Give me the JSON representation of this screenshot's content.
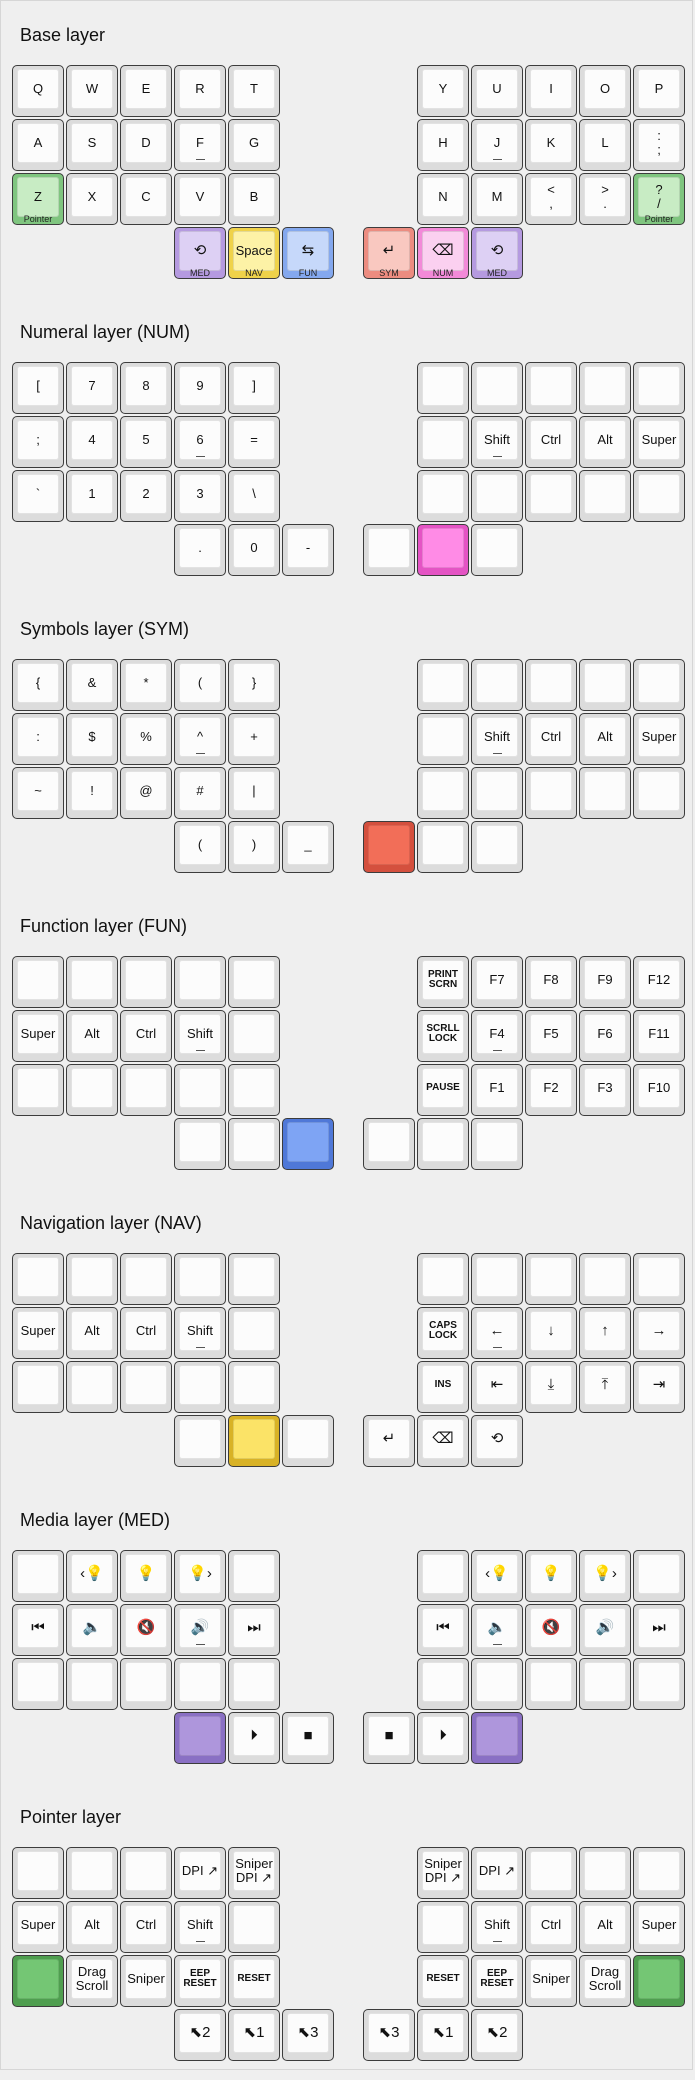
{
  "colors": {
    "page_bg": "#efefef",
    "key_rim": "#dcdcdc",
    "key_face": "#fcfcfc",
    "key_border": "#3c3c3c"
  },
  "layers": [
    {
      "title": "Base layer",
      "left": [
        [
          {
            "t": "Q"
          },
          {
            "t": "W"
          },
          {
            "t": "E"
          },
          {
            "t": "R"
          },
          {
            "t": "T"
          }
        ],
        [
          {
            "t": "A"
          },
          {
            "t": "S"
          },
          {
            "t": "D"
          },
          {
            "t": "F",
            "homing": true
          },
          {
            "t": "G"
          }
        ],
        [
          {
            "t": "Z",
            "sub": "Pointer",
            "rim": "#7fc57f",
            "face": "#c8ecc4"
          },
          {
            "t": "X"
          },
          {
            "t": "C"
          },
          {
            "t": "V"
          },
          {
            "t": "B"
          }
        ]
      ],
      "right": [
        [
          {
            "t": "Y"
          },
          {
            "t": "U"
          },
          {
            "t": "I"
          },
          {
            "t": "O"
          },
          {
            "t": "P"
          }
        ],
        [
          {
            "t": "H"
          },
          {
            "t": "J",
            "homing": true
          },
          {
            "t": "K"
          },
          {
            "t": "L"
          },
          {
            "t": ":\n;"
          }
        ],
        [
          {
            "t": "N"
          },
          {
            "t": "M"
          },
          {
            "t": "<\n,"
          },
          {
            "t": ">\n."
          },
          {
            "t": "?\n/",
            "sub": "Pointer",
            "rim": "#7fc57f",
            "face": "#c8ecc4"
          }
        ]
      ],
      "thumbs_left": [
        {
          "t": "⟲",
          "icon": "media-layer-icon",
          "sub": "MED",
          "rim": "#b59ae0",
          "face": "#ddd0f4"
        },
        {
          "t": "Space",
          "sub": "NAV",
          "rim": "#efd24a",
          "face": "#fdf2a6"
        },
        {
          "t": "⇆",
          "icon": "tab-icon",
          "sub": "FUN",
          "rim": "#84a8ee",
          "face": "#c6d8fa"
        }
      ],
      "thumbs_right": [
        {
          "t": "↵",
          "icon": "enter-icon",
          "sub": "SYM",
          "rim": "#ec8c80",
          "face": "#f9c8c0"
        },
        {
          "t": "⌫",
          "icon": "backspace-icon",
          "sub": "NUM",
          "rim": "#f28ad8",
          "face": "#fbd0f0"
        },
        {
          "t": "⟲",
          "icon": "media-layer-icon",
          "sub": "MED",
          "rim": "#b59ae0",
          "face": "#ddd0f4"
        }
      ]
    },
    {
      "title": "Numeral layer (NUM)",
      "left": [
        [
          {
            "t": "["
          },
          {
            "t": "7"
          },
          {
            "t": "8"
          },
          {
            "t": "9"
          },
          {
            "t": "]"
          }
        ],
        [
          {
            "t": ";"
          },
          {
            "t": "4"
          },
          {
            "t": "5"
          },
          {
            "t": "6",
            "homing": true
          },
          {
            "t": "="
          }
        ],
        [
          {
            "t": "`"
          },
          {
            "t": "1"
          },
          {
            "t": "2"
          },
          {
            "t": "3"
          },
          {
            "t": "\\"
          }
        ]
      ],
      "right": [
        [
          {
            "t": ""
          },
          {
            "t": ""
          },
          {
            "t": ""
          },
          {
            "t": ""
          },
          {
            "t": ""
          }
        ],
        [
          {
            "t": ""
          },
          {
            "t": "Shift",
            "homing": true
          },
          {
            "t": "Ctrl"
          },
          {
            "t": "Alt"
          },
          {
            "t": "Super"
          }
        ],
        [
          {
            "t": ""
          },
          {
            "t": ""
          },
          {
            "t": ""
          },
          {
            "t": ""
          },
          {
            "t": ""
          }
        ]
      ],
      "thumbs_left": [
        {
          "t": "."
        },
        {
          "t": "0"
        },
        {
          "t": "-"
        }
      ],
      "thumbs_right": [
        {
          "t": ""
        },
        {
          "t": "",
          "rim": "#e454c4",
          "face": "#ff8be6"
        },
        {
          "t": ""
        }
      ]
    },
    {
      "title": "Symbols layer (SYM)",
      "left": [
        [
          {
            "t": "{"
          },
          {
            "t": "&"
          },
          {
            "t": "*"
          },
          {
            "t": "("
          },
          {
            "t": "}"
          }
        ],
        [
          {
            "t": ":"
          },
          {
            "t": "$"
          },
          {
            "t": "%"
          },
          {
            "t": "^",
            "homing": true
          },
          {
            "t": "+"
          }
        ],
        [
          {
            "t": "~"
          },
          {
            "t": "!"
          },
          {
            "t": "@"
          },
          {
            "t": "#"
          },
          {
            "t": "|"
          }
        ]
      ],
      "right": [
        [
          {
            "t": ""
          },
          {
            "t": ""
          },
          {
            "t": ""
          },
          {
            "t": ""
          },
          {
            "t": ""
          }
        ],
        [
          {
            "t": ""
          },
          {
            "t": "Shift",
            "homing": true
          },
          {
            "t": "Ctrl"
          },
          {
            "t": "Alt"
          },
          {
            "t": "Super"
          }
        ],
        [
          {
            "t": ""
          },
          {
            "t": ""
          },
          {
            "t": ""
          },
          {
            "t": ""
          },
          {
            "t": ""
          }
        ]
      ],
      "thumbs_left": [
        {
          "t": "("
        },
        {
          "t": ")"
        },
        {
          "t": "_"
        }
      ],
      "thumbs_right": [
        {
          "t": "",
          "rim": "#d4503e",
          "face": "#f26e58"
        },
        {
          "t": ""
        },
        {
          "t": ""
        }
      ]
    },
    {
      "title": "Function layer (FUN)",
      "left": [
        [
          {
            "t": ""
          },
          {
            "t": ""
          },
          {
            "t": ""
          },
          {
            "t": ""
          },
          {
            "t": ""
          }
        ],
        [
          {
            "t": "Super"
          },
          {
            "t": "Alt"
          },
          {
            "t": "Ctrl"
          },
          {
            "t": "Shift",
            "homing": true
          },
          {
            "t": ""
          }
        ],
        [
          {
            "t": ""
          },
          {
            "t": ""
          },
          {
            "t": ""
          },
          {
            "t": ""
          },
          {
            "t": ""
          }
        ]
      ],
      "right": [
        [
          {
            "t": "PRINT\nSCRN",
            "small": true
          },
          {
            "t": "F7"
          },
          {
            "t": "F8"
          },
          {
            "t": "F9"
          },
          {
            "t": "F12"
          }
        ],
        [
          {
            "t": "SCRLL\nLOCK",
            "small": true
          },
          {
            "t": "F4",
            "homing": true
          },
          {
            "t": "F5"
          },
          {
            "t": "F6"
          },
          {
            "t": "F11"
          }
        ],
        [
          {
            "t": "PAUSE",
            "small": true
          },
          {
            "t": "F1"
          },
          {
            "t": "F2"
          },
          {
            "t": "F3"
          },
          {
            "t": "F10"
          }
        ]
      ],
      "thumbs_left": [
        {
          "t": ""
        },
        {
          "t": ""
        },
        {
          "t": "",
          "rim": "#4f78d8",
          "face": "#7ea4f4"
        }
      ],
      "thumbs_right": [
        {
          "t": ""
        },
        {
          "t": ""
        },
        {
          "t": ""
        }
      ]
    },
    {
      "title": "Navigation layer (NAV)",
      "left": [
        [
          {
            "t": ""
          },
          {
            "t": ""
          },
          {
            "t": ""
          },
          {
            "t": ""
          },
          {
            "t": ""
          }
        ],
        [
          {
            "t": "Super"
          },
          {
            "t": "Alt"
          },
          {
            "t": "Ctrl"
          },
          {
            "t": "Shift",
            "homing": true
          },
          {
            "t": ""
          }
        ],
        [
          {
            "t": ""
          },
          {
            "t": ""
          },
          {
            "t": ""
          },
          {
            "t": ""
          },
          {
            "t": ""
          }
        ]
      ],
      "right": [
        [
          {
            "t": ""
          },
          {
            "t": ""
          },
          {
            "t": ""
          },
          {
            "t": ""
          },
          {
            "t": ""
          }
        ],
        [
          {
            "t": "CAPS\nLOCK",
            "small": true
          },
          {
            "t": "←",
            "icon": "arrow-left-icon",
            "homing": true
          },
          {
            "t": "↓",
            "icon": "arrow-down-icon"
          },
          {
            "t": "↑",
            "icon": "arrow-up-icon"
          },
          {
            "t": "→",
            "icon": "arrow-right-icon"
          }
        ],
        [
          {
            "t": "INS",
            "small": true
          },
          {
            "t": "⇤",
            "icon": "home-icon"
          },
          {
            "t": "⤓",
            "icon": "page-down-icon"
          },
          {
            "t": "⤒",
            "icon": "page-up-icon"
          },
          {
            "t": "⇥",
            "icon": "end-icon"
          }
        ]
      ],
      "thumbs_left": [
        {
          "t": ""
        },
        {
          "t": "",
          "rim": "#d8b226",
          "face": "#fbe367"
        },
        {
          "t": ""
        }
      ],
      "thumbs_right": [
        {
          "t": "↵",
          "icon": "enter-icon"
        },
        {
          "t": "⌫",
          "icon": "backspace-icon"
        },
        {
          "t": "⟲",
          "icon": "delete-icon"
        }
      ]
    },
    {
      "title": "Media layer (MED)",
      "left": [
        [
          {
            "t": ""
          },
          {
            "t": "‹💡",
            "icon": "brightness-down-icon"
          },
          {
            "t": "💡",
            "icon": "brightness-icon"
          },
          {
            "t": "💡›",
            "icon": "brightness-up-icon"
          },
          {
            "t": ""
          }
        ],
        [
          {
            "t": "⏮",
            "icon": "previous-track-icon"
          },
          {
            "t": "🔈",
            "icon": "volume-down-icon"
          },
          {
            "t": "🔇",
            "icon": "mute-icon"
          },
          {
            "t": "🔊",
            "icon": "volume-up-icon",
            "homing": true
          },
          {
            "t": "⏭",
            "icon": "next-track-icon"
          }
        ],
        [
          {
            "t": ""
          },
          {
            "t": ""
          },
          {
            "t": ""
          },
          {
            "t": ""
          },
          {
            "t": ""
          }
        ]
      ],
      "right": [
        [
          {
            "t": ""
          },
          {
            "t": "‹💡",
            "icon": "brightness-down-icon"
          },
          {
            "t": "💡",
            "icon": "brightness-icon"
          },
          {
            "t": "💡›",
            "icon": "brightness-up-icon"
          },
          {
            "t": ""
          }
        ],
        [
          {
            "t": "⏮",
            "icon": "previous-track-icon"
          },
          {
            "t": "🔈",
            "icon": "volume-down-icon",
            "homing": true
          },
          {
            "t": "🔇",
            "icon": "mute-icon"
          },
          {
            "t": "🔊",
            "icon": "volume-up-icon"
          },
          {
            "t": "⏭",
            "icon": "next-track-icon"
          }
        ],
        [
          {
            "t": ""
          },
          {
            "t": ""
          },
          {
            "t": ""
          },
          {
            "t": ""
          },
          {
            "t": ""
          }
        ]
      ],
      "thumbs_left": [
        {
          "t": "",
          "rim": "#8a70c4",
          "face": "#ae96dc"
        },
        {
          "t": "⏵",
          "icon": "play-icon"
        },
        {
          "t": "■",
          "icon": "stop-icon"
        }
      ],
      "thumbs_right": [
        {
          "t": "■",
          "icon": "stop-icon"
        },
        {
          "t": "⏵",
          "icon": "play-icon"
        },
        {
          "t": "",
          "rim": "#8a70c4",
          "face": "#ae96dc"
        }
      ]
    },
    {
      "title": "Pointer layer",
      "left": [
        [
          {
            "t": ""
          },
          {
            "t": ""
          },
          {
            "t": ""
          },
          {
            "t": "DPI ↗"
          },
          {
            "t": "Sniper\nDPI ↗"
          }
        ],
        [
          {
            "t": "Super"
          },
          {
            "t": "Alt"
          },
          {
            "t": "Ctrl"
          },
          {
            "t": "Shift",
            "homing": true
          },
          {
            "t": ""
          }
        ],
        [
          {
            "t": "",
            "rim": "#4f9e4f",
            "face": "#74c674"
          },
          {
            "t": "Drag\nScroll"
          },
          {
            "t": "Sniper"
          },
          {
            "t": "EEP\nRESET",
            "small": true
          },
          {
            "t": "RESET",
            "small": true
          }
        ]
      ],
      "right": [
        [
          {
            "t": "Sniper\nDPI ↗"
          },
          {
            "t": "DPI ↗"
          },
          {
            "t": ""
          },
          {
            "t": ""
          },
          {
            "t": ""
          }
        ],
        [
          {
            "t": ""
          },
          {
            "t": "Shift",
            "homing": true
          },
          {
            "t": "Ctrl"
          },
          {
            "t": "Alt"
          },
          {
            "t": "Super"
          }
        ],
        [
          {
            "t": "RESET",
            "small": true
          },
          {
            "t": "EEP\nRESET",
            "small": true
          },
          {
            "t": "Sniper"
          },
          {
            "t": "Drag\nScroll"
          },
          {
            "t": "",
            "rim": "#4f9e4f",
            "face": "#74c674"
          }
        ]
      ],
      "thumbs_left": [
        {
          "t": "⬉2",
          "icon": "mouse-button-2-icon"
        },
        {
          "t": "⬉1",
          "icon": "mouse-button-1-icon"
        },
        {
          "t": "⬉3",
          "icon": "mouse-button-3-icon"
        }
      ],
      "thumbs_right": [
        {
          "t": "⬉3",
          "icon": "mouse-button-3-icon"
        },
        {
          "t": "⬉1",
          "icon": "mouse-button-1-icon"
        },
        {
          "t": "⬉2",
          "icon": "mouse-button-2-icon"
        }
      ]
    }
  ]
}
